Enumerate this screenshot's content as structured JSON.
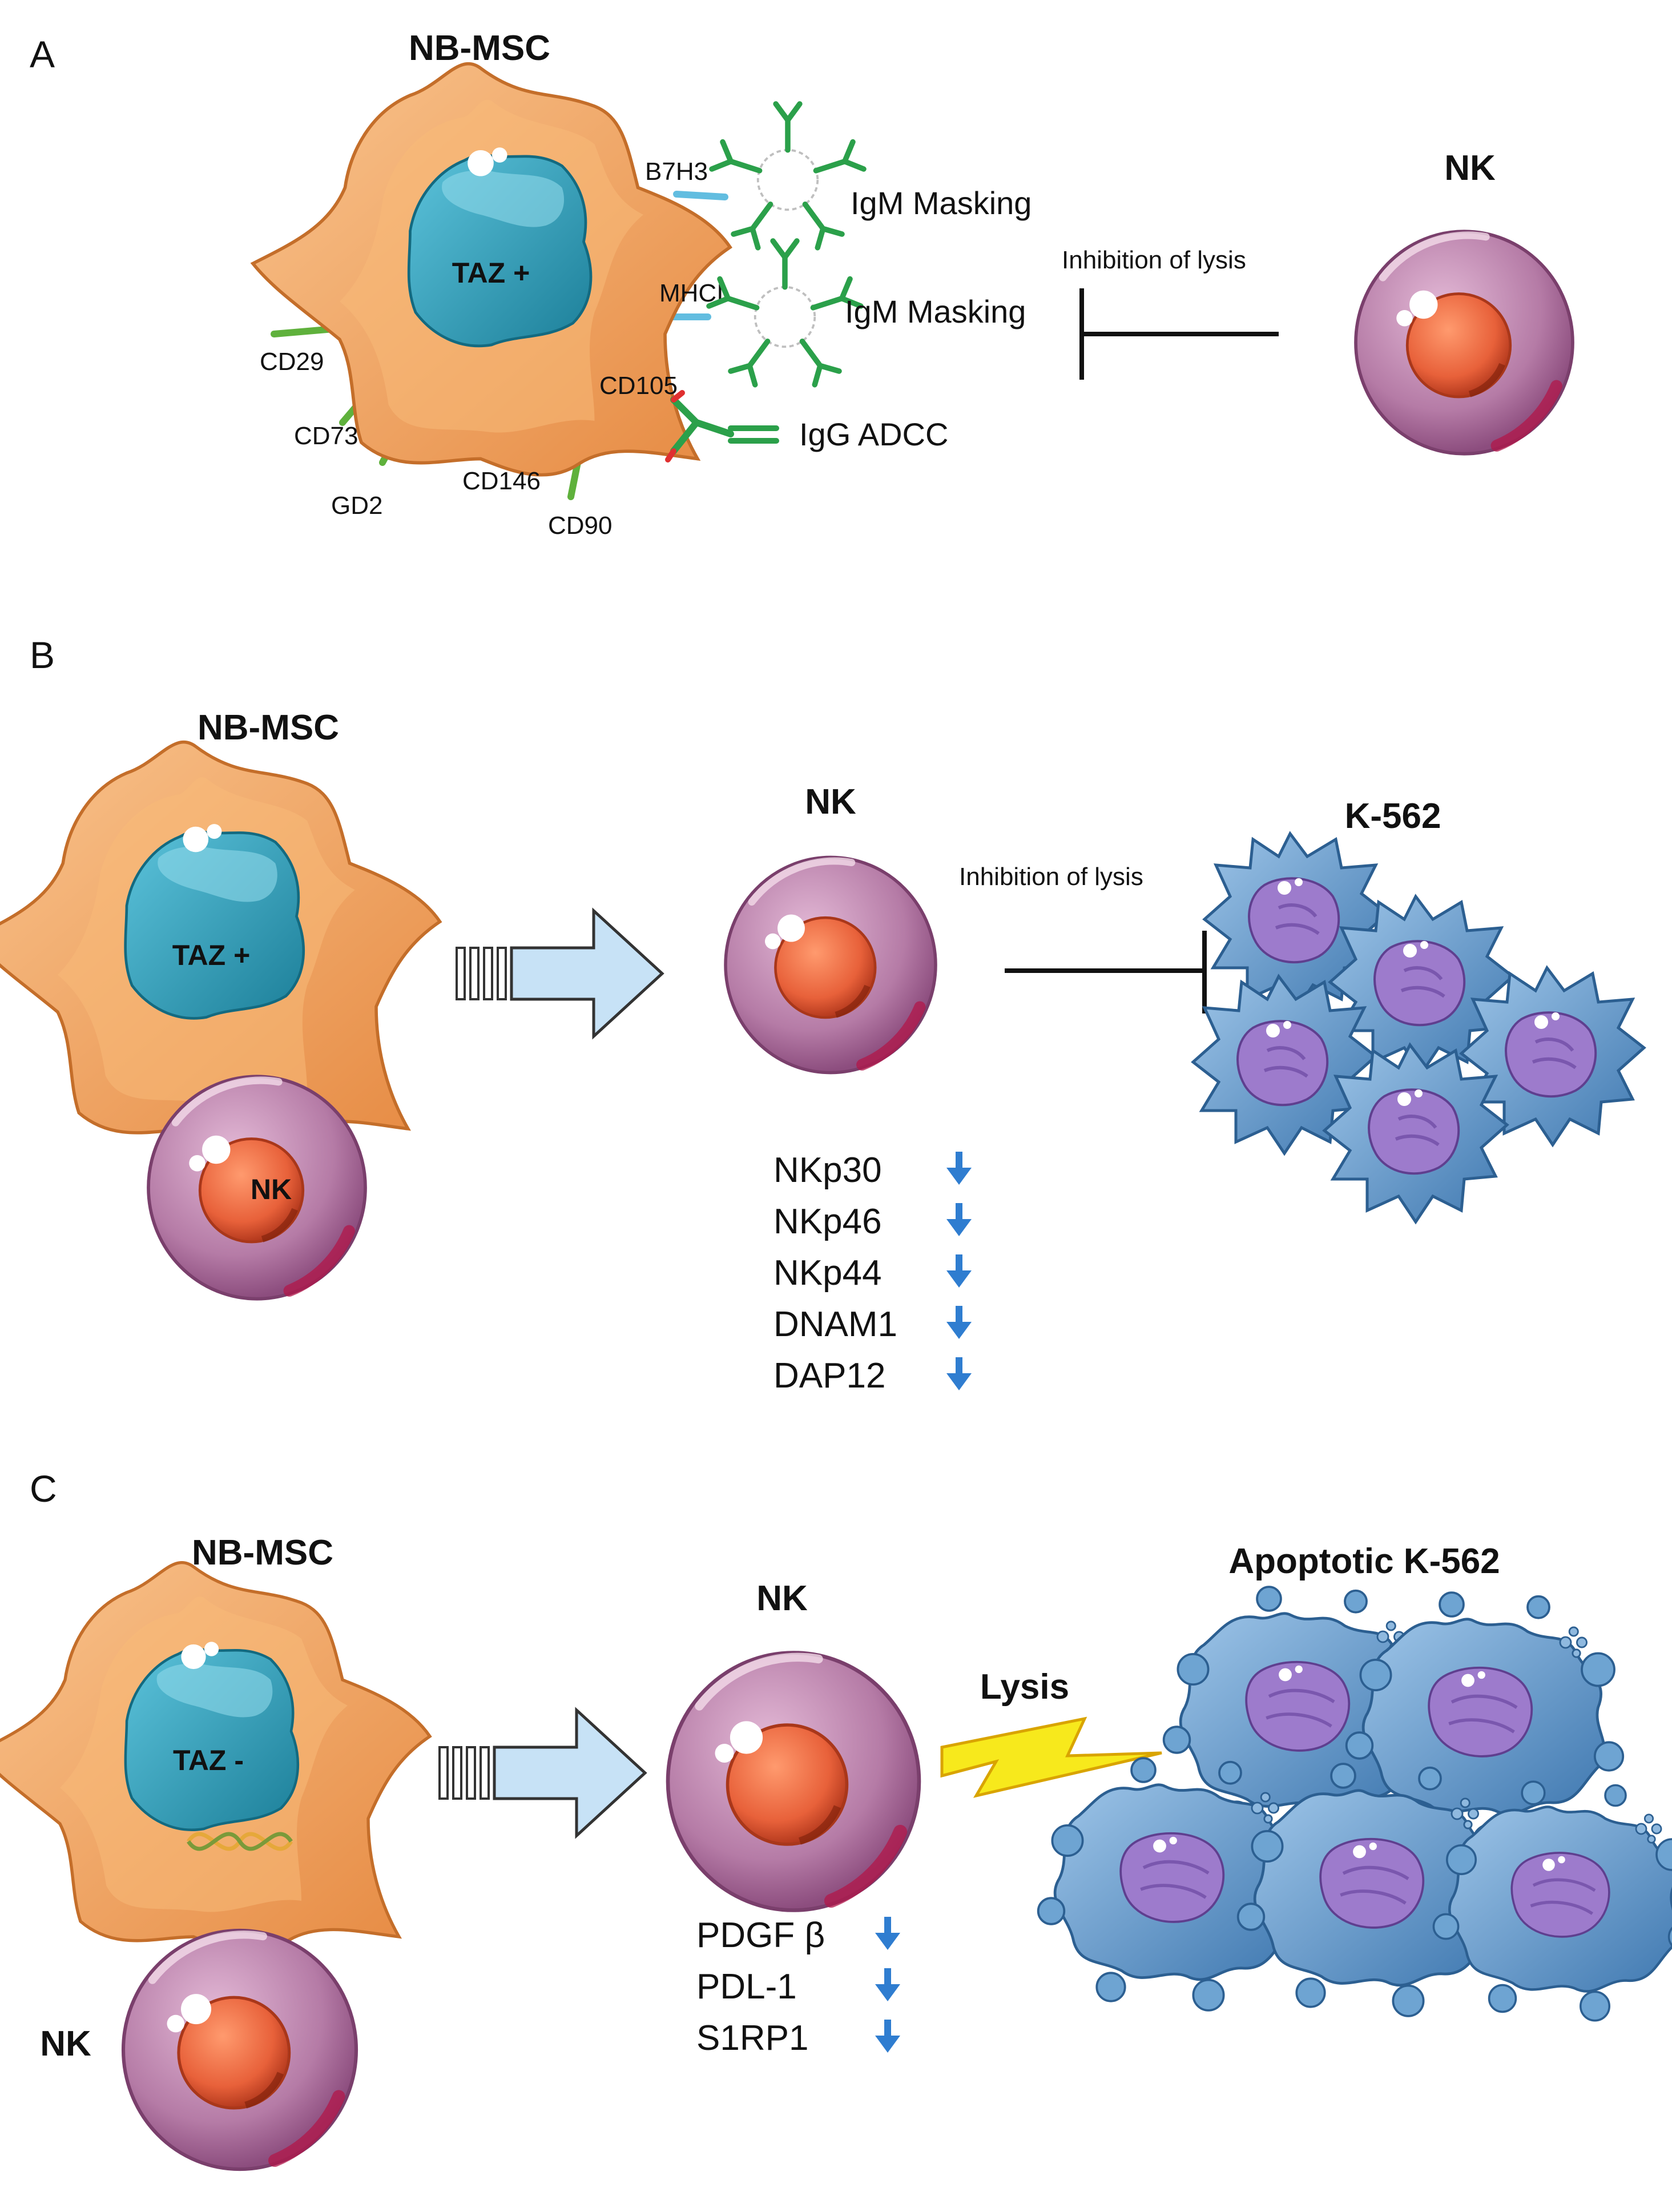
{
  "panel_a": {
    "letter": "A",
    "msc_title": "NB-MSC",
    "taz_label": "TAZ +",
    "nk_title": "NK",
    "receptors": [
      "B7H3",
      "MHCI",
      "CD105",
      "CD29",
      "CD73",
      "GD2",
      "CD146",
      "CD90"
    ],
    "antibodies": [
      "IgM Masking",
      "IgM Masking",
      "IgG ADCC"
    ],
    "inhibition_label": "Inhibition  of lysis"
  },
  "panel_b": {
    "letter": "B",
    "msc_title": "NB-MSC",
    "taz_label": "TAZ +",
    "nk_cell_label": "NK",
    "nk_title": "NK",
    "target_title": "K-562",
    "inhibition_label": "Inhibition  of lysis",
    "markers": [
      "NKp30",
      "NKp46",
      "NKp44",
      "DNAM1",
      "DAP12"
    ]
  },
  "panel_c": {
    "letter": "C",
    "msc_title": "NB-MSC",
    "taz_label": "TAZ -",
    "nk_cell_label": "NK",
    "nk_title": "NK",
    "target_title": "Apoptotic K-562",
    "lysis_label": "Lysis",
    "markers": [
      "PDGF β",
      "PDL-1",
      "S1RP1"
    ]
  },
  "colors": {
    "msc_body": "#f2a766",
    "nucleus": "#2b9bb5",
    "nk_cell": "#b57ba6",
    "nk_nucleus": "#e8613a",
    "k562": "#5e97c9",
    "k562_nucleus": "#9d7bcc",
    "antibody": "#2ba04a",
    "receptor": "#5fb13c",
    "arrow_fill": "#c7e2f6",
    "down_arrow": "#2f7dd0",
    "lightning": "#f7e91c"
  }
}
